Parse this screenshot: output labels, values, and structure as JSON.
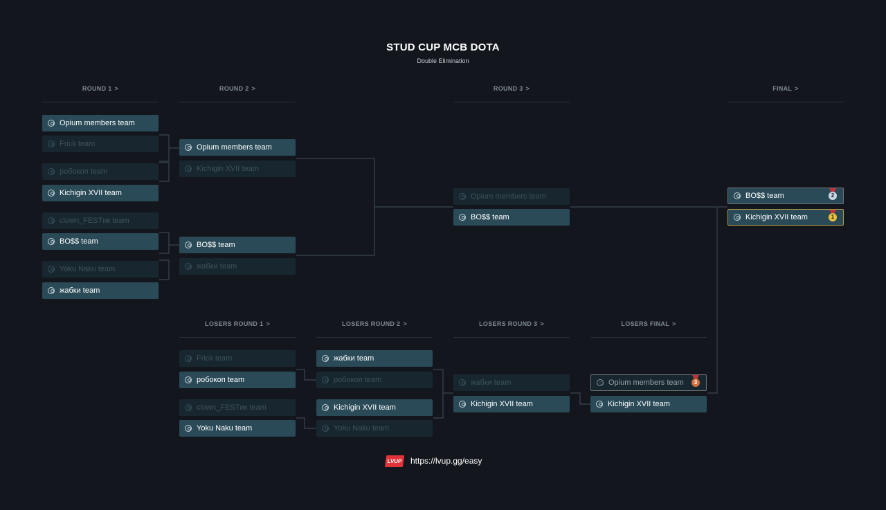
{
  "title": "STUD CUP MCB DOTA",
  "subtitle": "Double Elimination",
  "rounds": {
    "r1": "ROUND 1",
    "r2": "ROUND 2",
    "r3": "ROUND 3",
    "final": "FINAL",
    "l1": "LOSERS ROUND 1",
    "l2": "LOSERS ROUND 2",
    "l3": "LOSERS ROUND 3",
    "lf": "LOSERS FINAL"
  },
  "chevron": ">",
  "r1": [
    "Opium members team",
    "Frick team",
    "робокоп team",
    "Kichigin XVII team",
    "clown_FESTик team",
    "BO$$ team",
    "Yoku Naku team",
    "жабки team"
  ],
  "r2": [
    "Opium members team",
    "Kichigin XVII team",
    "BO$$ team",
    "жабки team"
  ],
  "r3": [
    "Opium members team",
    "BO$$ team"
  ],
  "final": [
    "BO$$ team",
    "Kichigin XVII team"
  ],
  "l1": [
    "Frick team",
    "робокоп team",
    "clown_FESTик team",
    "Yoku Naku team"
  ],
  "l2": [
    "жабки team",
    "робокоп team",
    "Kichigin XVII team",
    "Yoku Naku team"
  ],
  "l3": [
    "жабки team",
    "Kichigin XVII team"
  ],
  "lf": [
    "Opium members team",
    "Kichigin XVII team"
  ],
  "medals": {
    "first": "1",
    "second": "2",
    "third": "3"
  },
  "footer": {
    "logo": "LVUP",
    "url": "https://lvup.gg/easy"
  },
  "colors": {
    "background": "#13171d",
    "winner": "#2a4a58",
    "loser": "#18272f",
    "accent": "#e0343a"
  }
}
